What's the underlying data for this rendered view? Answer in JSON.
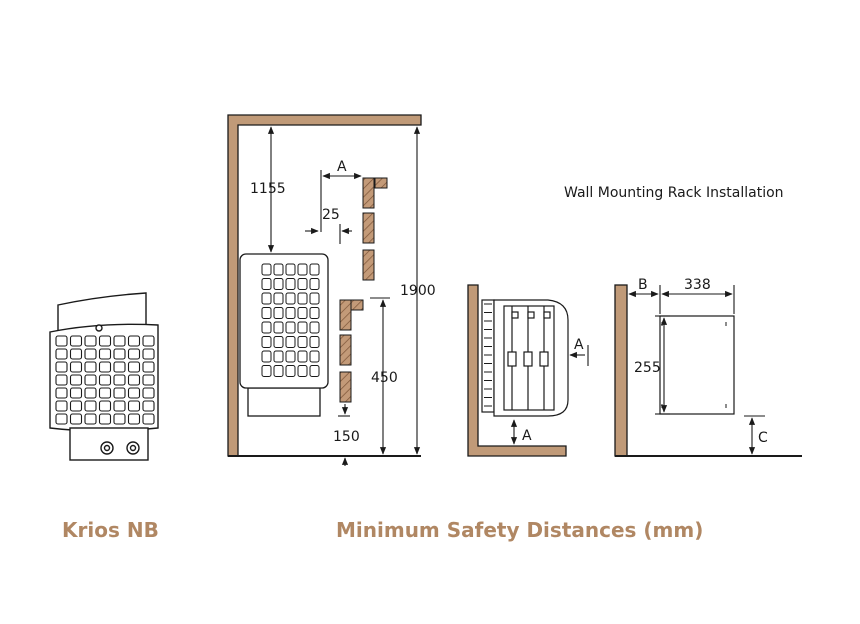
{
  "model_name": "Krios NB",
  "diagram_title": "Minimum Safety Distances (mm)",
  "wall_rack_title": "Wall Mounting Rack Installation",
  "dimensions": {
    "ceiling_to_heater": "1155",
    "gap_a_label": "A",
    "gap_25": "25",
    "room_height": "1900",
    "lower_450": "450",
    "floor_150": "150",
    "side_a_label": "A",
    "below_a_label": "A",
    "wall_b_label": "B",
    "rack_width": "338",
    "rack_height": "255",
    "floor_c_label": "C"
  },
  "colors": {
    "caption": "#b08763",
    "wall_fill": "#c09a78",
    "wood_fill": "#b98a66",
    "line": "#1a1a1a"
  }
}
